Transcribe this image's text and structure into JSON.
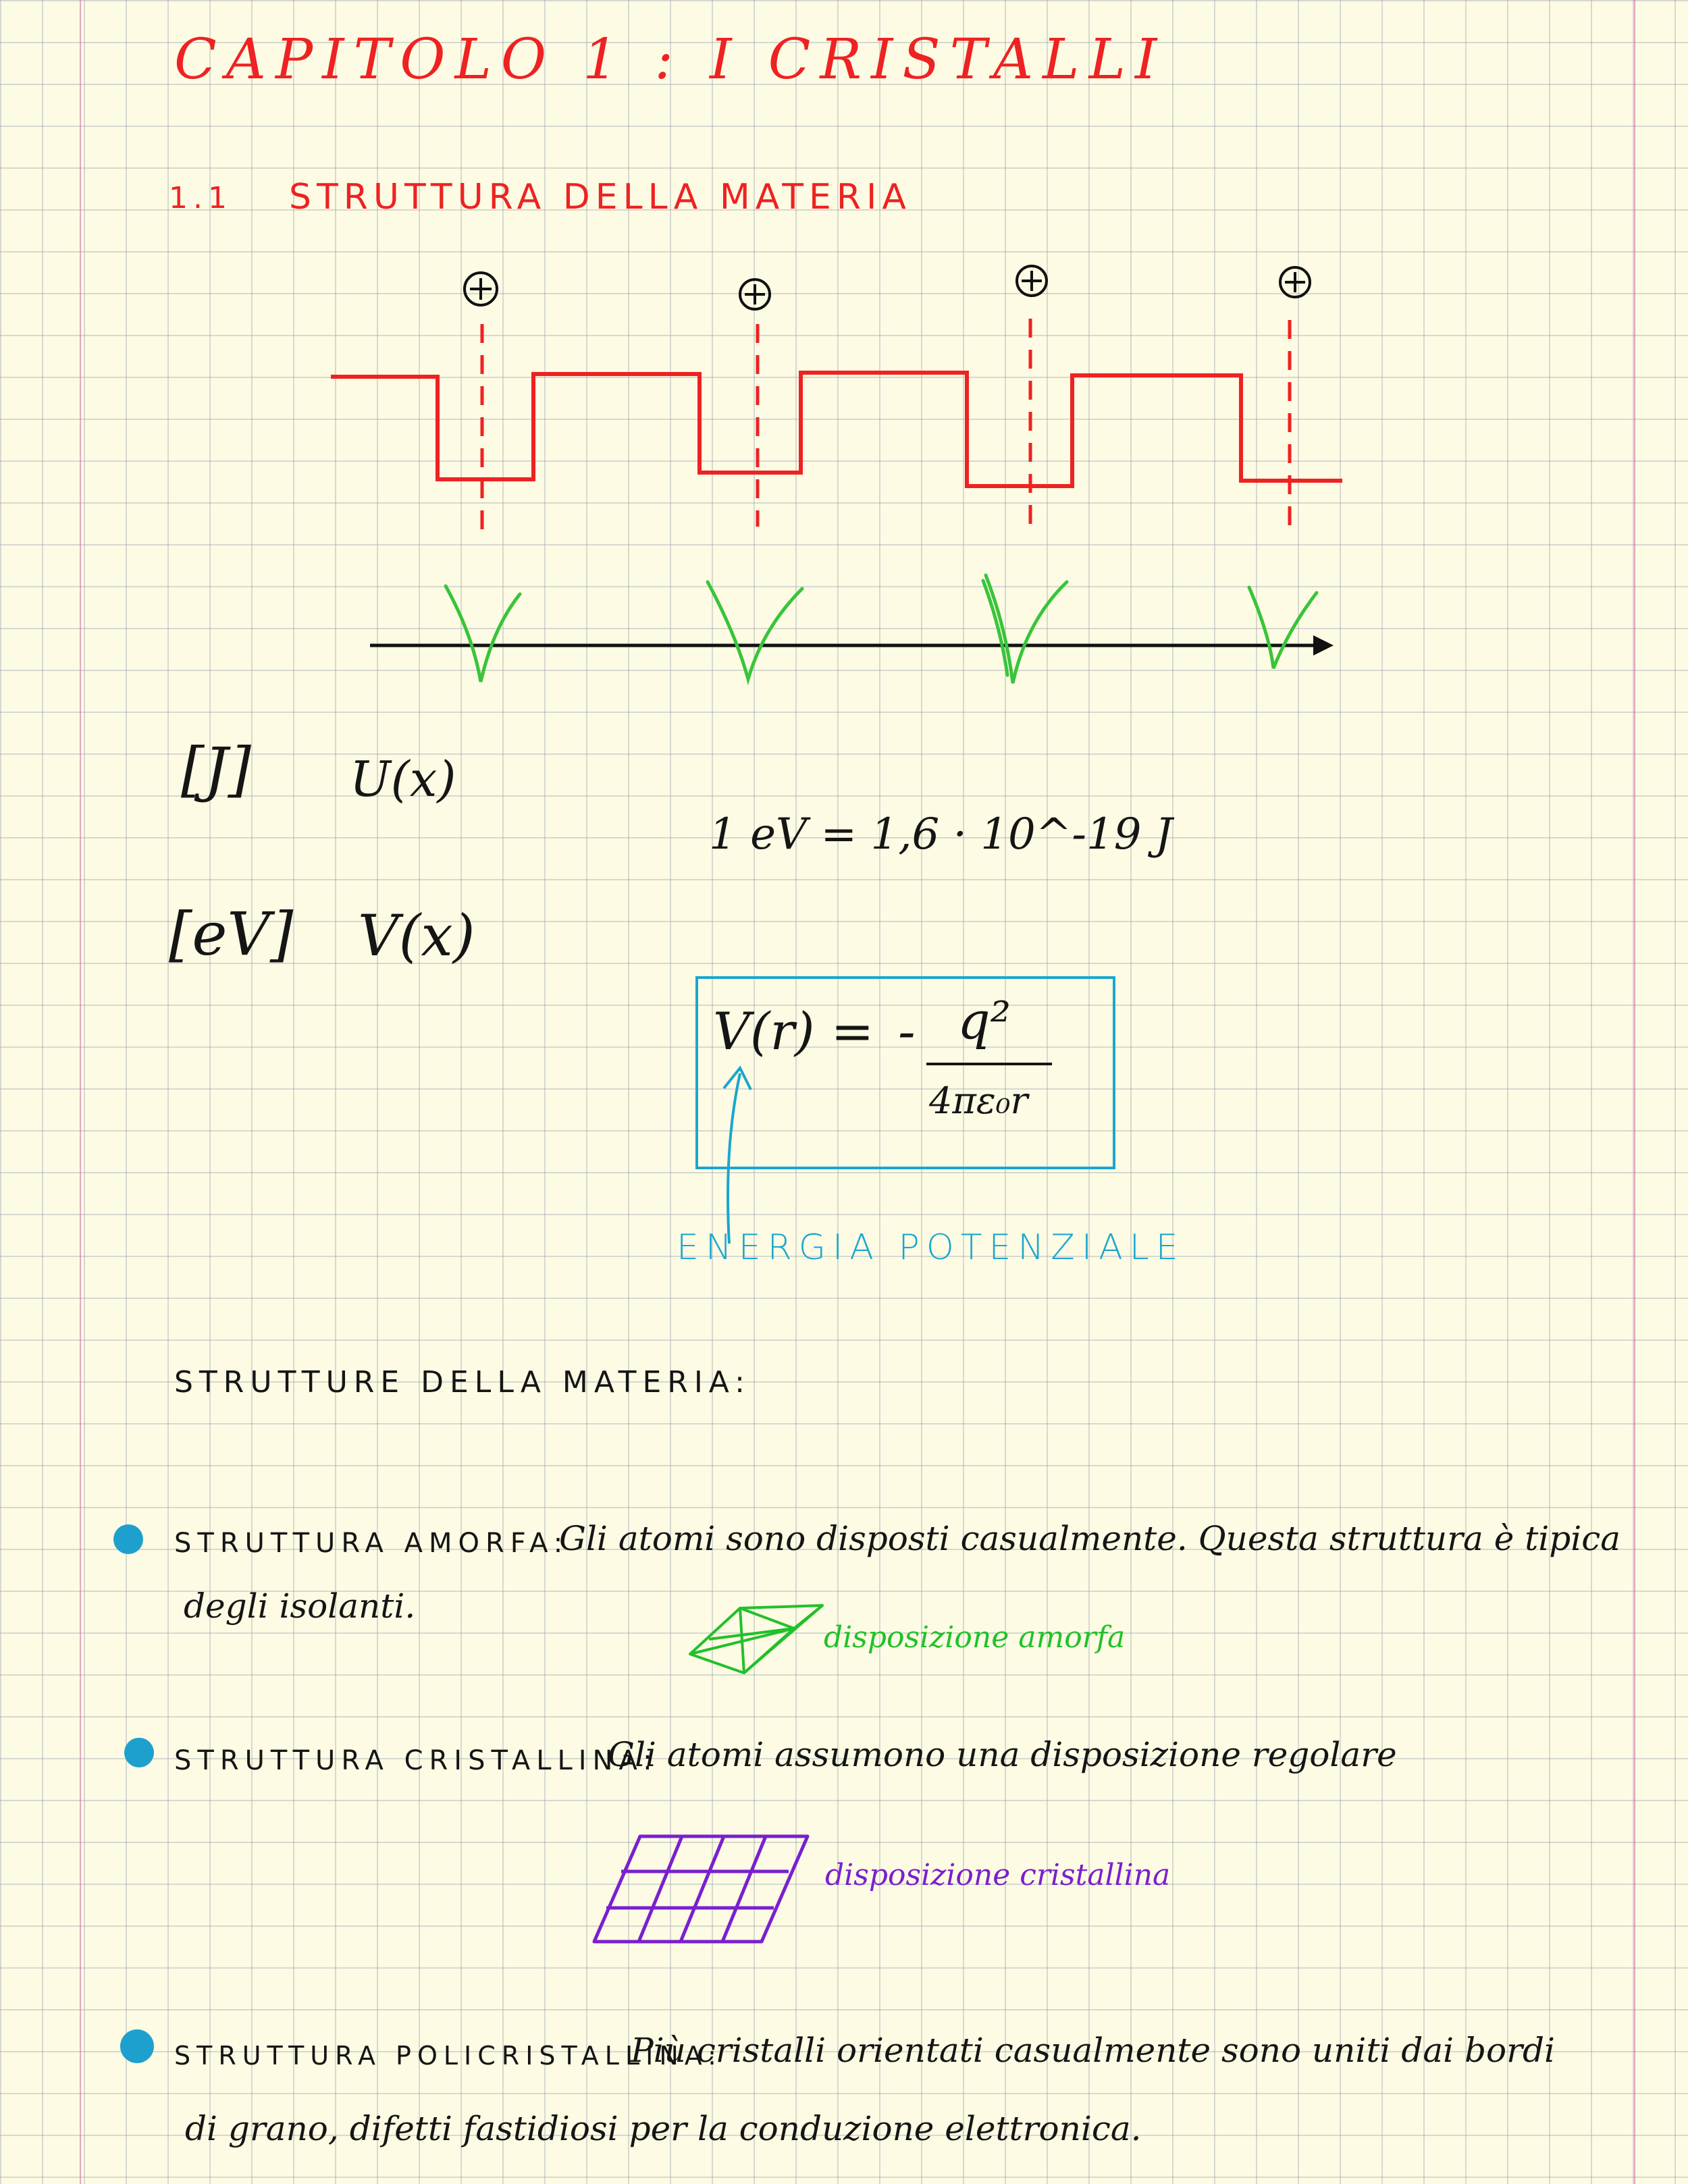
{
  "title": "CAPITOLO 1 : I CRISTALLI",
  "section": {
    "number": "1.1",
    "title": "STRUTTURA DELLA MATERIA"
  },
  "diagram": {
    "ion_symbol": "+",
    "colors": {
      "potential_well": "#ee2222",
      "wave_marks": "#39c43a",
      "axis": "#111111",
      "box": "#1aa6cf",
      "amorphous": "#22c02a",
      "crystal": "#7a1fd0"
    }
  },
  "units": {
    "joule_label": "[J]",
    "joule_quantity": "U(x)",
    "ev_label": "[eV]",
    "ev_quantity": "V(x)"
  },
  "conversion": "1 eV = 1,6 · 10^-19 J",
  "formula": {
    "lhs": "V(r) =",
    "sign": "-",
    "numerator": "q²",
    "denominator": "4πε₀r",
    "annotation": "ENERGIA POTENZIALE"
  },
  "structures_heading": "STRUTTURE DELLA MATERIA:",
  "structures": [
    {
      "name": "STRUTTURA AMORFA:",
      "line1": "Gli atomi sono disposti casualmente. Questa struttura è tipica",
      "line2": "degli isolanti.",
      "figure_label": "disposizione amorfa"
    },
    {
      "name": "STRUTTURA CRISTALLINA:",
      "line1": "Gli atomi assumono una disposizione regolare",
      "figure_label": "disposizione cristallina"
    },
    {
      "name": "STRUTTURA POLICRISTALLINA:",
      "line1": "Più cristalli orientati casualmente sono uniti dai bordi",
      "line2": "di grano, difetti fastidiosi per la conduzione elettronica."
    }
  ]
}
